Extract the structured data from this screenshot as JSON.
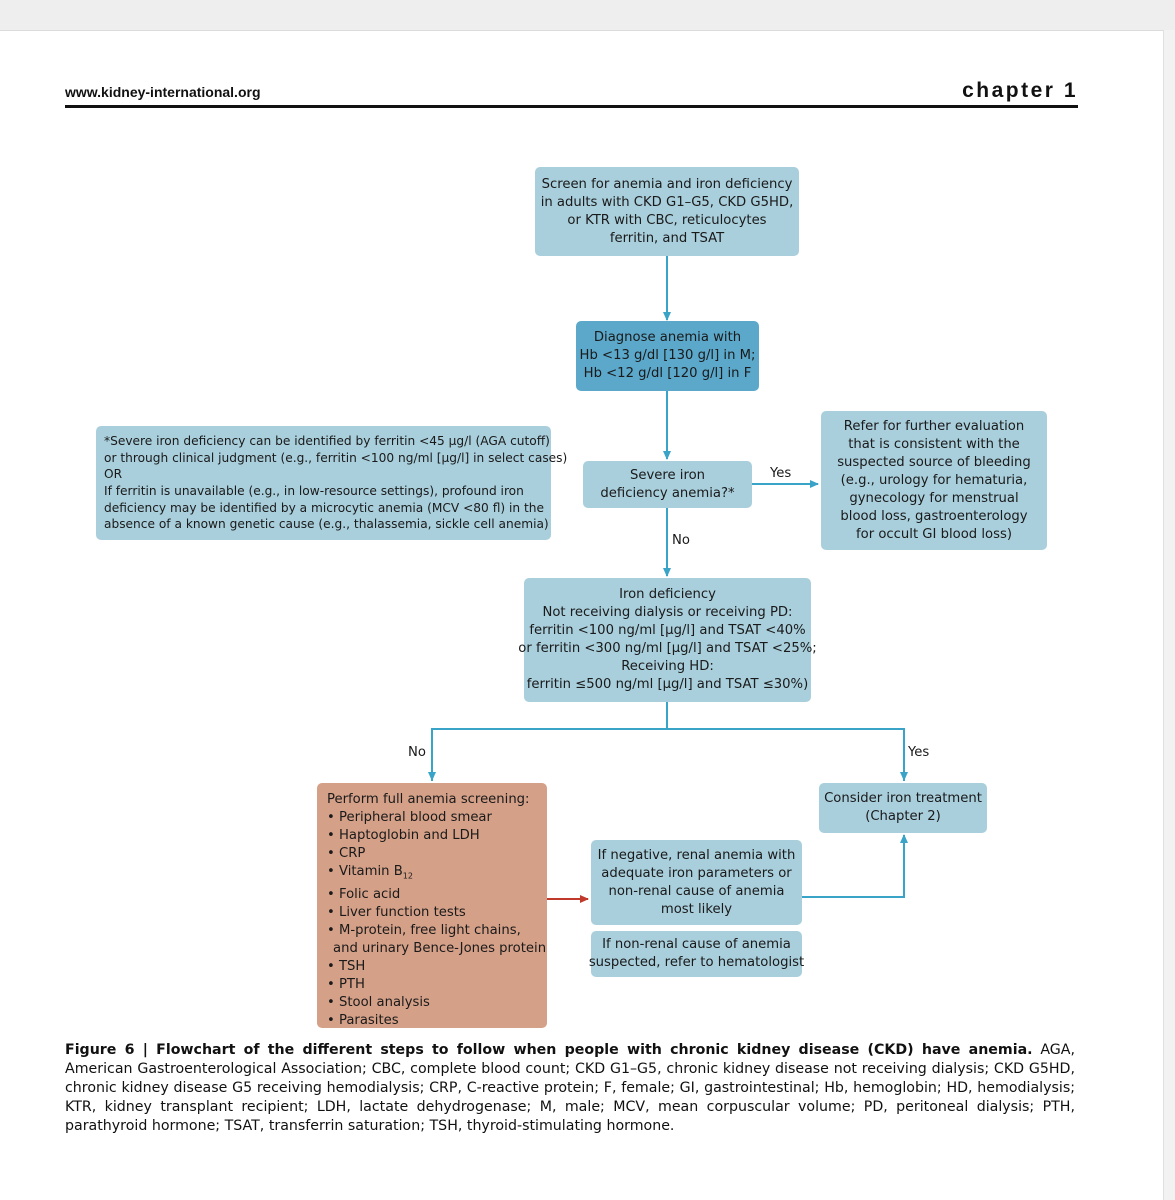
{
  "header": {
    "url": "www.kidney-international.org",
    "chapter": "chapter 1"
  },
  "flowchart": {
    "screen": [
      "Screen for anemia and iron deficiency",
      "in adults with CKD G1–G5,  CKD G5HD,",
      "or KTR with CBC, reticulocytes",
      "ferritin, and TSAT"
    ],
    "diagnose": [
      "Diagnose anemia with",
      "Hb <13 g/dl [130 g/l] in M;",
      "Hb <12 g/dl [120 g/l] in F"
    ],
    "footnote": [
      "*Severe iron deficiency can be identified by ferritin <45 µg/l (AGA cutoff)",
      "or through clinical judgment (e.g., ferritin <100 ng/ml [µg/l] in select cases)",
      "OR",
      "If ferritin is unavailable (e.g., in low-resource settings), profound iron",
      "deficiency may be identified by a microcytic anemia (MCV <80 fl) in the",
      "absence of a known genetic cause (e.g., thalassemia, sickle cell anemia)"
    ],
    "severe": [
      "Severe iron",
      "deficiency anemia?*"
    ],
    "refer": [
      "Refer for further evaluation",
      "that is consistent with the",
      "suspected source of bleeding",
      "(e.g., urology for hematuria,",
      "gynecology for menstrual",
      "blood loss, gastroenterology",
      "for occult GI blood loss)"
    ],
    "iron": [
      "Iron deficiency",
      "Not receiving dialysis or receiving PD:",
      "ferritin <100 ng/ml [µg/l] and TSAT <40%",
      "or ferritin <300 ng/ml [µg/l] and TSAT <25%;",
      "Receiving HD:",
      "ferritin ≤500 ng/ml [µg/l] and TSAT ≤30%)"
    ],
    "screening": {
      "title": "Perform full anemia screening:",
      "items": [
        "Peripheral blood smear",
        "Haptoglobin and LDH",
        "CRP",
        "Vitamin B",
        "Folic acid",
        "Liver function tests",
        "M-protein, free light chains,",
        "TSH",
        "PTH",
        "Stool analysis",
        "Parasites"
      ],
      "vitamin_sub": "12",
      "mprotein_cont": "and urinary Bence-Jones protein"
    },
    "negative": [
      "If negative, renal anemia with",
      "adequate iron parameters or",
      "non-renal cause of anemia",
      "most likely"
    ],
    "nonrenal": [
      "If non-renal cause of anemia",
      "suspected, refer to hematologist"
    ],
    "iron_treatment": [
      "Consider iron treatment",
      "(Chapter 2)"
    ],
    "labels": {
      "yes_severe": "Yes",
      "no_severe": "No",
      "no_iron": "No",
      "yes_iron": "Yes"
    },
    "colors": {
      "box": "#a9cfdc",
      "box_dark": "#5ba8cb",
      "box_salmon": "#d5a088",
      "arrow": "#3aa3c8",
      "arrow_red": "#c0392b"
    }
  },
  "caption": {
    "bold": "Figure 6 | Flowchart of the different steps to follow when people with chronic kidney disease (CKD) have anemia.",
    "text": " AGA, American Gastroenterological Association; CBC, complete blood count; CKD G1–G5, chronic kidney disease not receiving dialysis; CKD G5HD, chronic kidney disease G5 receiving hemodialysis; CRP, C-reactive protein; F, female; GI, gastrointestinal; Hb, hemoglobin; HD, hemodialysis; KTR, kidney transplant recipient; LDH, lactate dehydrogenase; M, male; MCV, mean corpuscular volume; PD, peritoneal dialysis; PTH, parathyroid hormone; TSAT, transferrin saturation; TSH, thyroid-stimulating hormone."
  }
}
